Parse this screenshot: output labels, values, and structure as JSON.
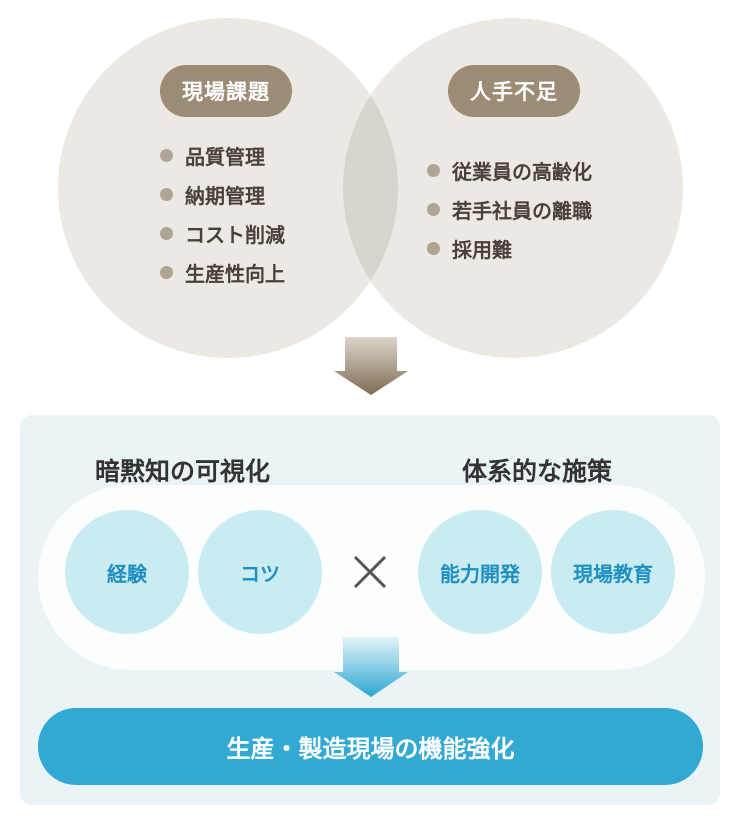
{
  "issues": {
    "left": {
      "title": "現場課題",
      "items": [
        "品質管理",
        "納期管理",
        "コスト削減",
        "生産性向上"
      ]
    },
    "right": {
      "title": "人手不足",
      "items": [
        "従業員の高齢化",
        "若手社員の離職",
        "採用難"
      ]
    }
  },
  "solutions": {
    "left_heading": "暗黙知の可視化",
    "right_heading": "体系的な施策",
    "left_items": [
      "経験",
      "コツ"
    ],
    "right_items": [
      "能力開発",
      "現場教育"
    ],
    "operator": "×"
  },
  "result": "生産・製造現場の機能強化",
  "colors": {
    "brown": "#9c8b75",
    "circle": "#ece9e4",
    "blue": "#31a9d2",
    "light_blue": "#c9ebf2",
    "panel": "#eaf4f7"
  }
}
